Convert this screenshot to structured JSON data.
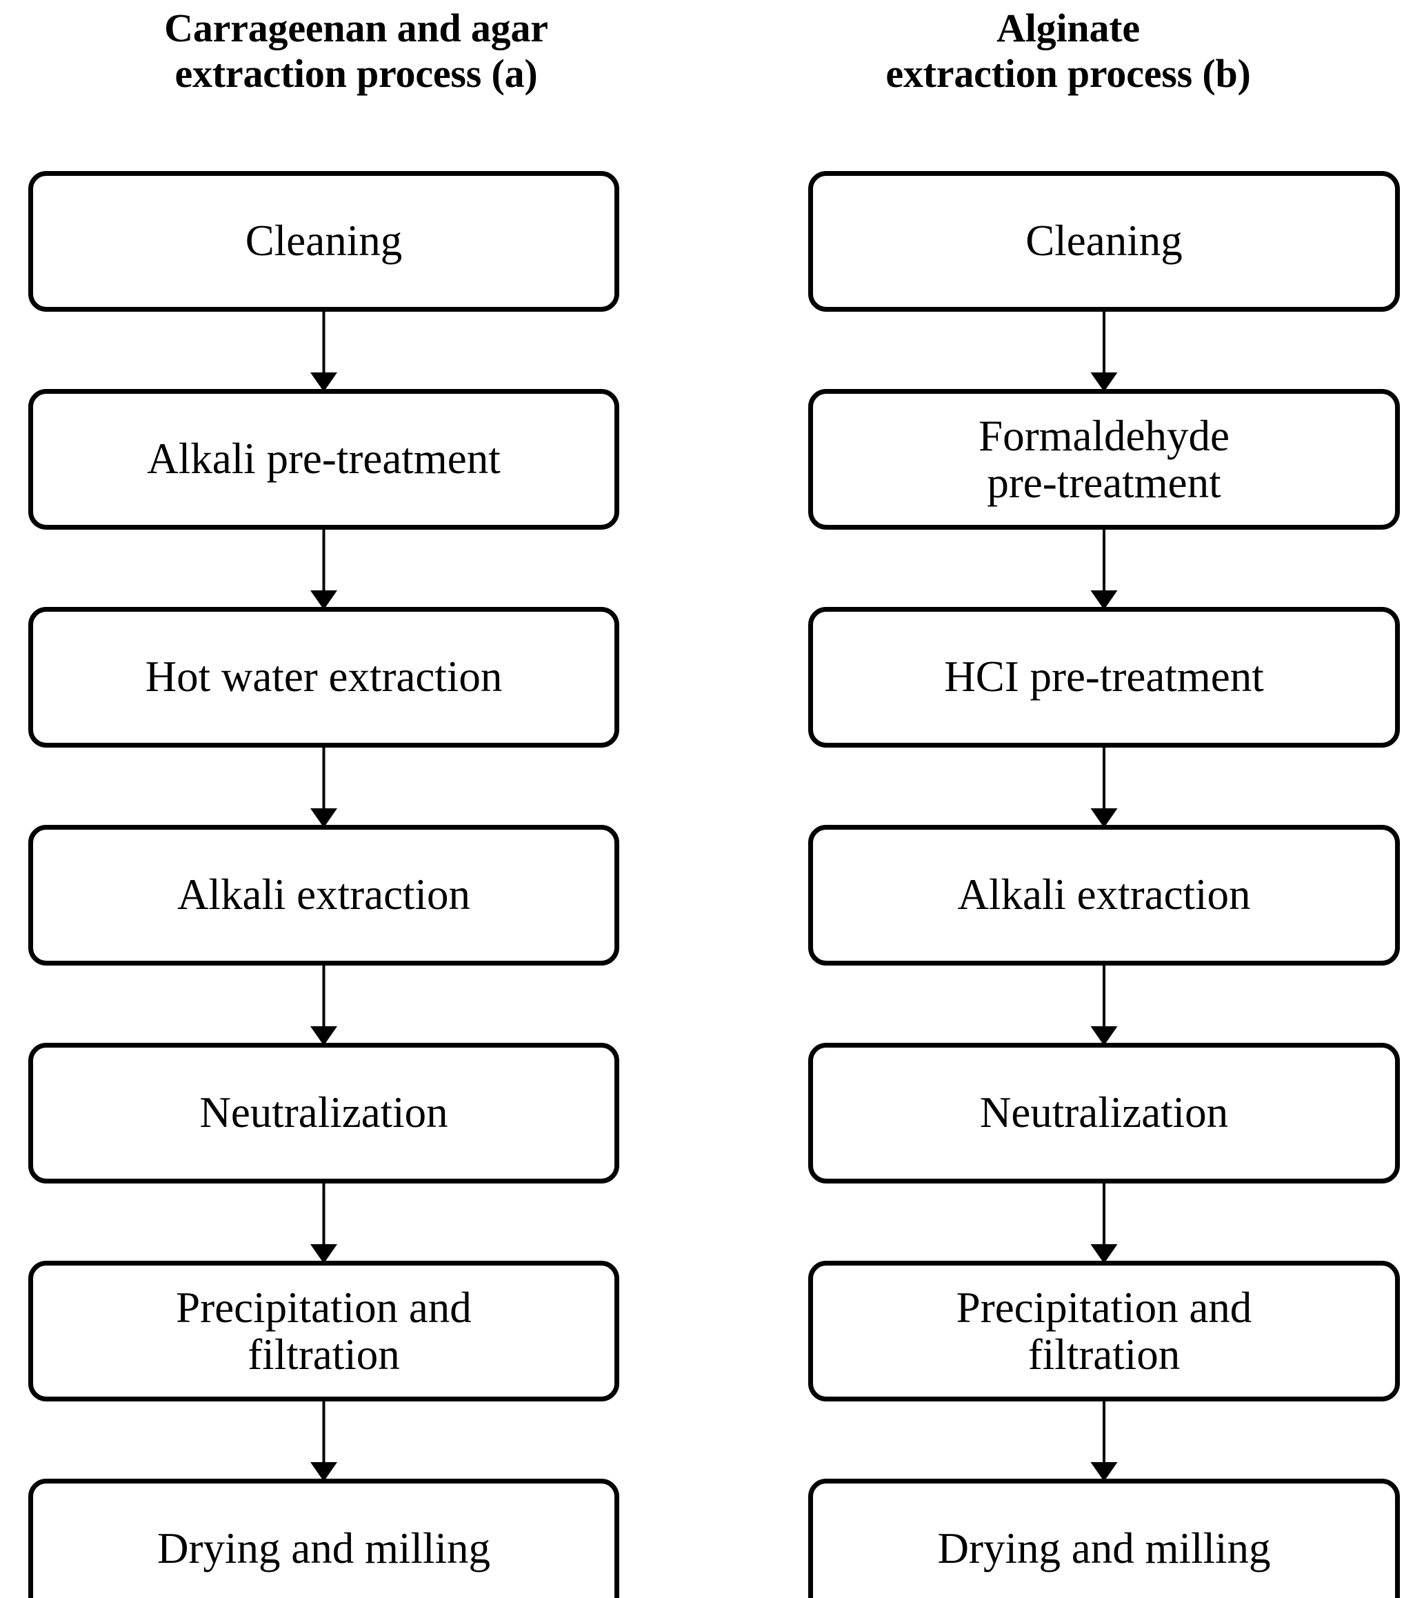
{
  "figure": {
    "type": "process-flowchart",
    "orientation": "two-column-vertical",
    "background_color": "#ffffff",
    "line_color": "#000000",
    "text_color": "#000000"
  },
  "columns": [
    {
      "id": "carrageenan-agar",
      "title_line1": "Carrageenan and agar",
      "title_line2": "extraction process (a)",
      "steps": [
        {
          "label": "Cleaning"
        },
        {
          "label": "Alkali pre-treatment"
        },
        {
          "label": "Hot water extraction"
        },
        {
          "label": "Alkali extraction"
        },
        {
          "label": "Neutralization"
        },
        {
          "label": "Precipitation and\nfiltration"
        },
        {
          "label": "Drying and milling"
        }
      ]
    },
    {
      "id": "alginate",
      "title_line1": "Alginate",
      "title_line2": "extraction process (b)",
      "steps": [
        {
          "label": "Cleaning"
        },
        {
          "label": "Formaldehyde\npre-treatment"
        },
        {
          "label": "HCI pre-treatment"
        },
        {
          "label": "Alkali extraction"
        },
        {
          "label": "Neutralization"
        },
        {
          "label": "Precipitation and\nfiltration"
        },
        {
          "label": "Drying and milling"
        }
      ]
    }
  ]
}
